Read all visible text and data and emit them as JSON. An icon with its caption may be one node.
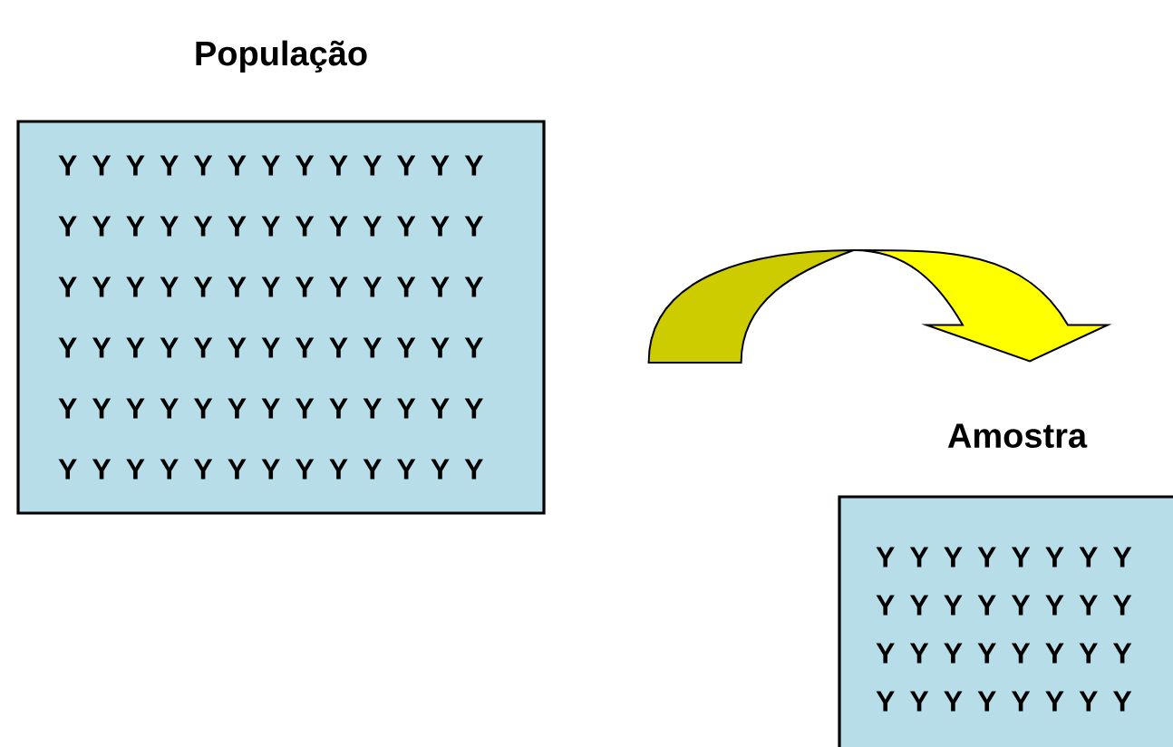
{
  "diagram": {
    "nodes": [
      {
        "text": [
          "População",
          "Y Y Y Y Y Y Y Y Y Y Y Y Y Y Y Y Y Y Y Y Y Y Y Y Y Y Y Y Y Y Y Y Y Y Y Y Y Y Y Y Y Y Y Y Y Y Y Y Y Y Y Y Y Y Y Y Y Y Y Y Y Y Y Y Y Y Y Y Y Y Y Y Y Y Y Y Y Y"
        ]
      },
      {
        "text": [
          "Amostra",
          "Y Y Y Y Y Y Y Y Y Y Y Y Y Y Y Y Y Y Y Y Y Y Y Y Y Y Y Y Y Y Y Y"
        ]
      }
    ],
    "edges": [
      {
        "from": 0,
        "to": 1,
        "arrow": "to"
      }
    ]
  }
}
